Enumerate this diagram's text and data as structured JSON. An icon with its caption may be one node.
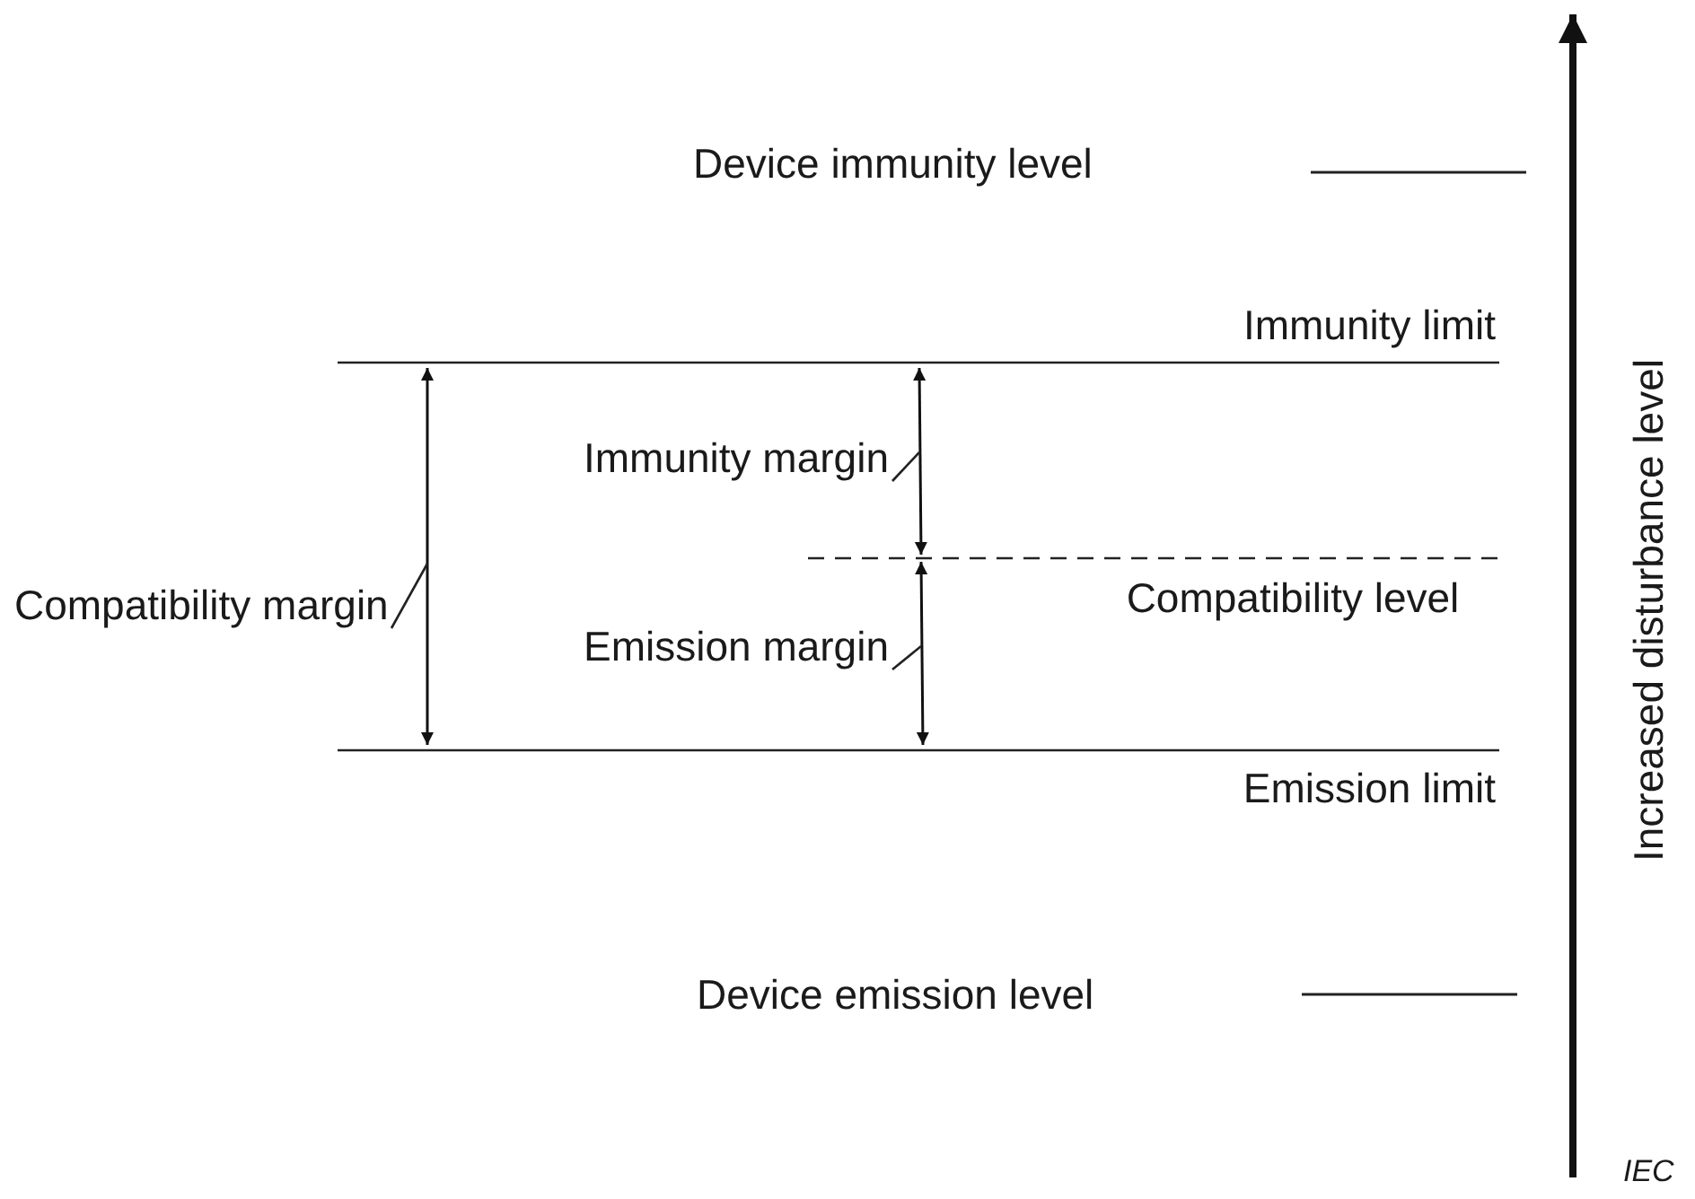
{
  "diagram": {
    "nodes": [
      {
        "text": [
          "Compatibility margin"
        ]
      },
      {
        "text": [
          "Immunity margin"
        ]
      },
      {
        "text": [
          "Emission margin"
        ]
      }
    ],
    "edges": [
      {
        "from": 0,
        "to": null,
        "arrow": "none"
      },
      {
        "from": 1,
        "to": null,
        "arrow": "none"
      },
      {
        "from": 2,
        "to": null,
        "arrow": "none"
      }
    ],
    "labels": [
      "Device immunity level",
      "Immunity limit",
      "Compatibility level",
      "Emission limit",
      "Device emission level",
      "Increased disturbance level",
      "IEC"
    ]
  }
}
